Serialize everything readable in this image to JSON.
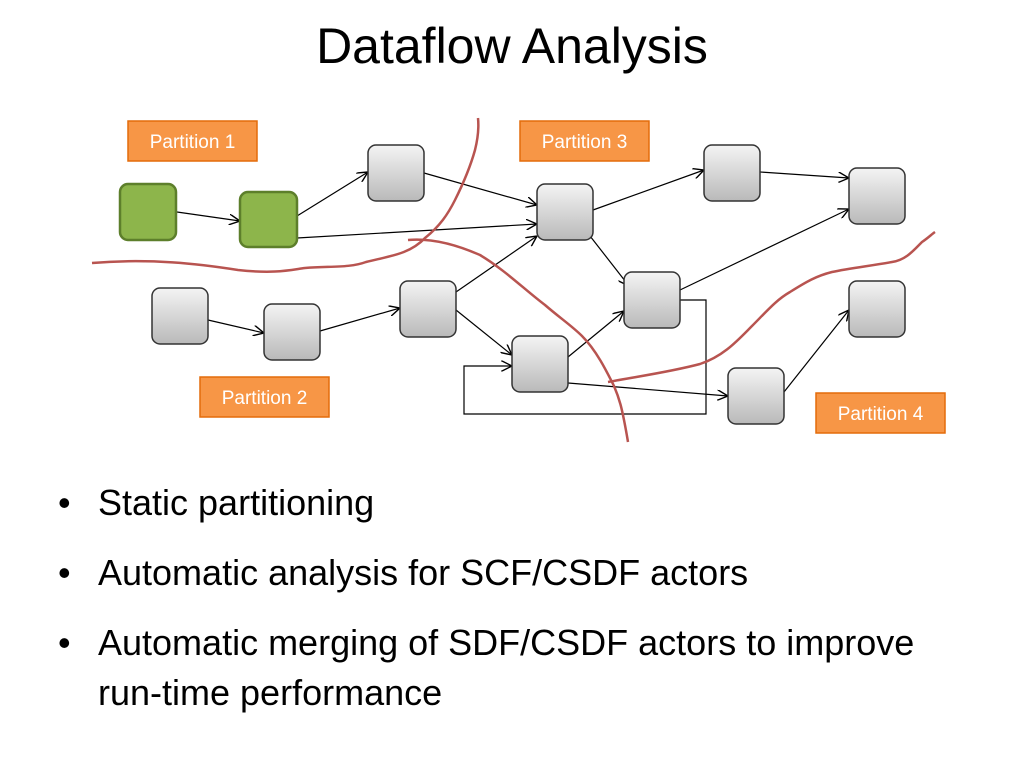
{
  "title": "Dataflow Analysis",
  "partitions": [
    {
      "label": "Partition 1"
    },
    {
      "label": "Partition 2"
    },
    {
      "label": "Partition 3"
    },
    {
      "label": "Partition 4"
    }
  ],
  "bullets": [
    {
      "text": "Static partitioning"
    },
    {
      "text": "Automatic analysis for SCF/CSDF actors"
    },
    {
      "text": "Automatic merging of SDF/CSDF actors to improve run-time performance"
    }
  ],
  "bullet_glyph": "•",
  "colors": {
    "partition_fill": "#f79646",
    "source_node": "#8db54b",
    "cut_line": "#b85450"
  }
}
